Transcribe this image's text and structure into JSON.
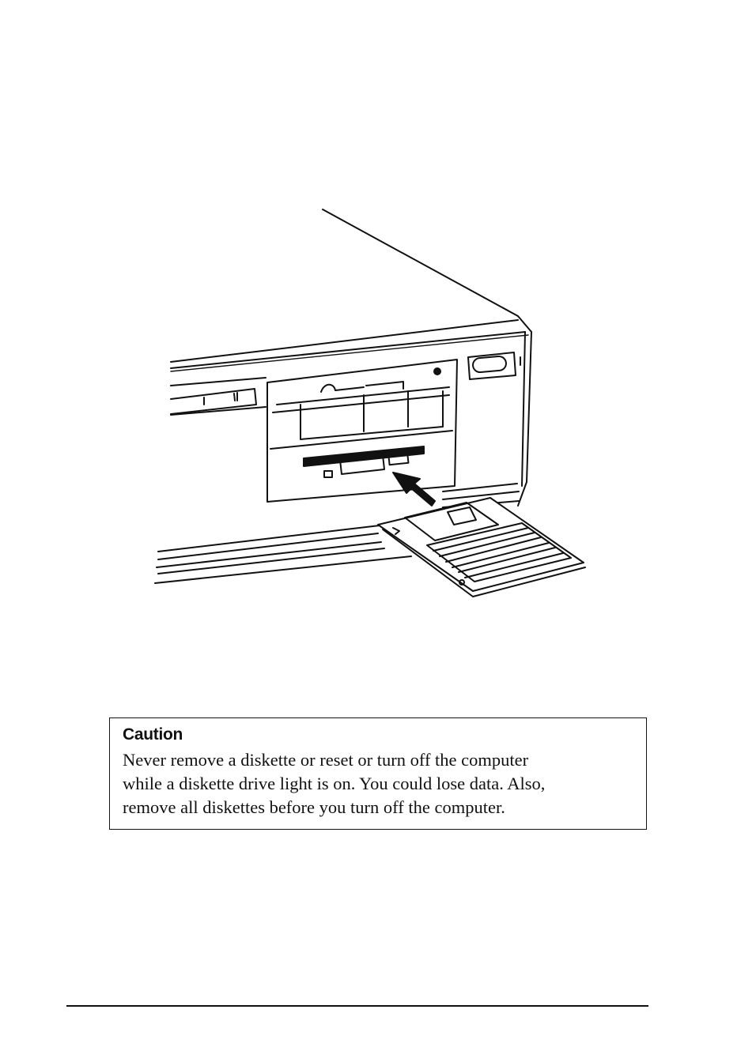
{
  "figure": {
    "description_icon": "computer-floppy-insertion-illustration"
  },
  "caution": {
    "heading": "Caution",
    "lines": [
      "Never remove a diskette or reset or turn off the computer",
      "while a diskette drive light is on. You could lose data. Also,",
      "remove all diskettes before you turn off the computer."
    ]
  }
}
